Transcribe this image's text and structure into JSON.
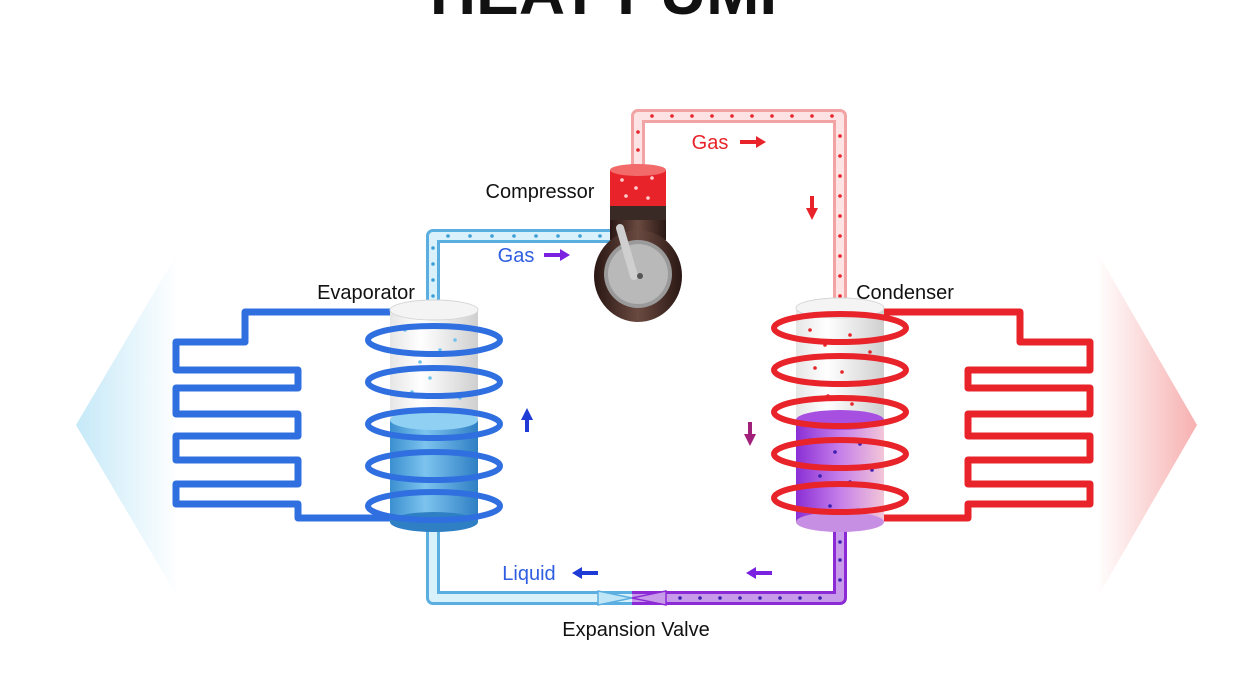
{
  "title": "HEAT PUMP",
  "labels": {
    "compressor": "Compressor",
    "evaporator": "Evaporator",
    "condenser": "Condenser",
    "gas_hot": "Gas",
    "gas_cold": "Gas",
    "liquid": "Liquid",
    "expansion_valve": "Expansion Valve"
  },
  "colors": {
    "cold": "#2f6fe0",
    "cold_light": "#bfe6f7",
    "hot": "#e8232a",
    "hot_light": "#f6b3b3",
    "mixed": "#8c2bd6",
    "label_cold": "#2f5fe0",
    "label_hot": "#e8232a"
  }
}
